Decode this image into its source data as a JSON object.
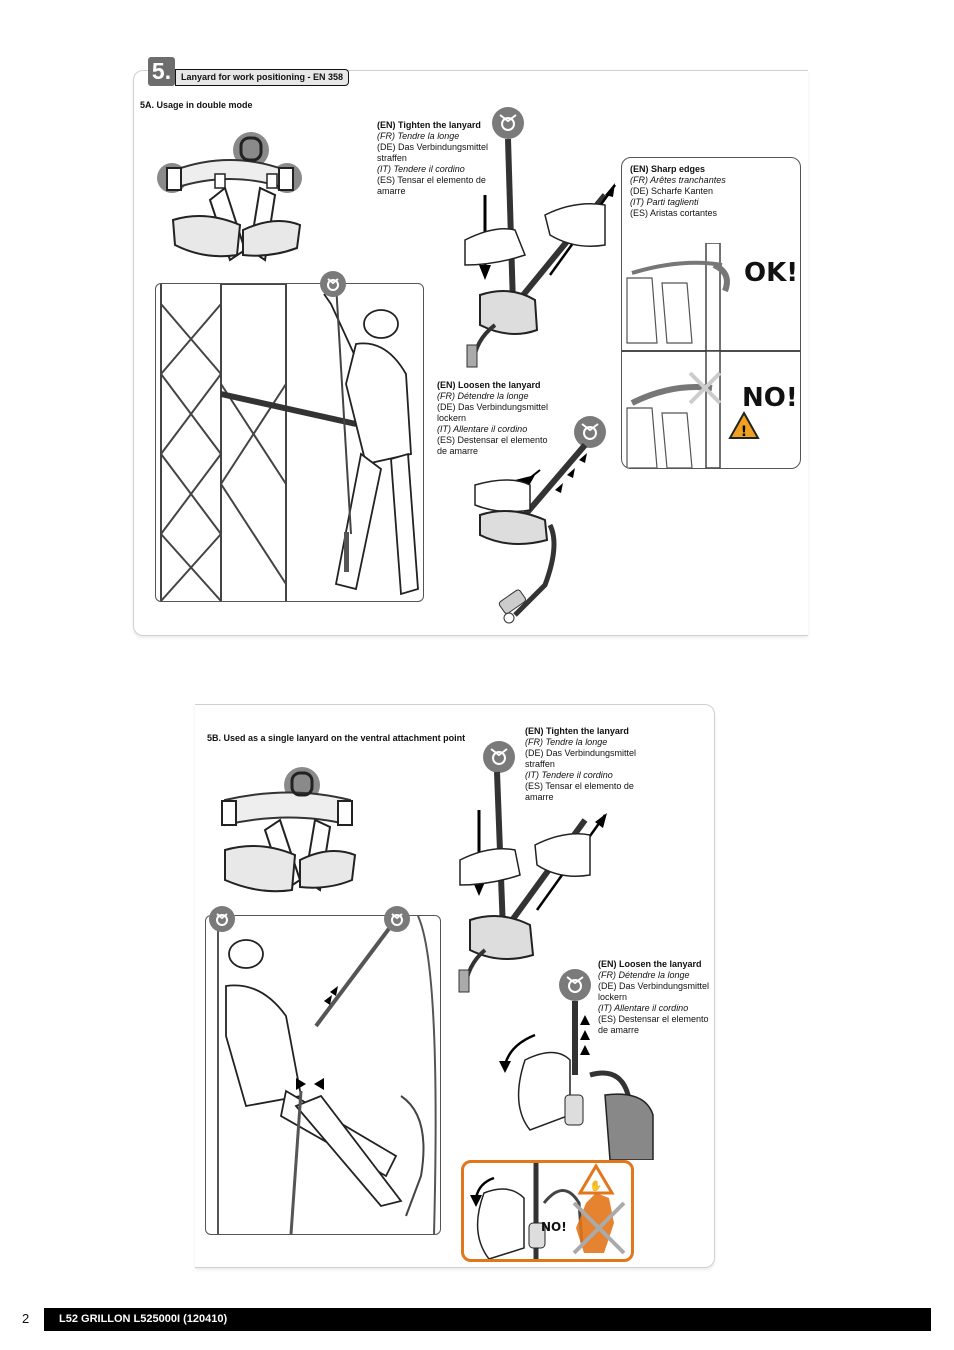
{
  "section": {
    "number": "5.",
    "title": "Lanyard for work positioning - EN 358"
  },
  "part_a": {
    "subtitle": "5A. Usage in double mode",
    "tighten": {
      "en": "(EN) Tighten the lanyard",
      "fr": "(FR) Tendre la longe",
      "de": "(DE) Das Verbindungsmittel straffen",
      "it": "(IT) Tendere il cordino",
      "es": "(ES) Tensar el elemento de amarre"
    },
    "loosen": {
      "en": "(EN) Loosen the lanyard",
      "fr": "(FR) Détendre la longe",
      "de": "(DE) Das Verbindungsmittel lockern",
      "it": "(IT) Allentare il cordino",
      "es": "(ES) Destensar el elemento de amarre"
    },
    "sharp_edges": {
      "en": "(EN) Sharp edges",
      "fr": "(FR) Arêtes tranchantes",
      "de": "(DE) Scharfe Kanten",
      "it": "(IT) Parti taglienti",
      "es": "(ES) Aristas cortantes",
      "ok": "OK!",
      "no": "NO!"
    }
  },
  "part_b": {
    "subtitle": "5B. Used as a single lanyard on the ventral attachment point",
    "tighten": {
      "en": "(EN) Tighten the lanyard",
      "fr": "(FR) Tendre la longe",
      "de": "(DE) Das Verbindungsmittel straffen",
      "it": "(IT) Tendere il cordino",
      "es": "(ES) Tensar el elemento de amarre"
    },
    "loosen": {
      "en": "(EN) Loosen the lanyard",
      "fr": "(FR) Détendre la longe",
      "de": "(DE) Das Verbindungsmittel lockern",
      "it": "(IT) Allentare il cordino",
      "es": "(ES) Destensar el elemento de amarre"
    },
    "warning_no": "NO!"
  },
  "footer": {
    "page_number": "2",
    "document": "L52 GRILLON L525000I (120410)"
  },
  "colors": {
    "badge_gray": "#7a7a7a",
    "warning_orange": "#e2761b",
    "footer_bg": "#000000"
  }
}
